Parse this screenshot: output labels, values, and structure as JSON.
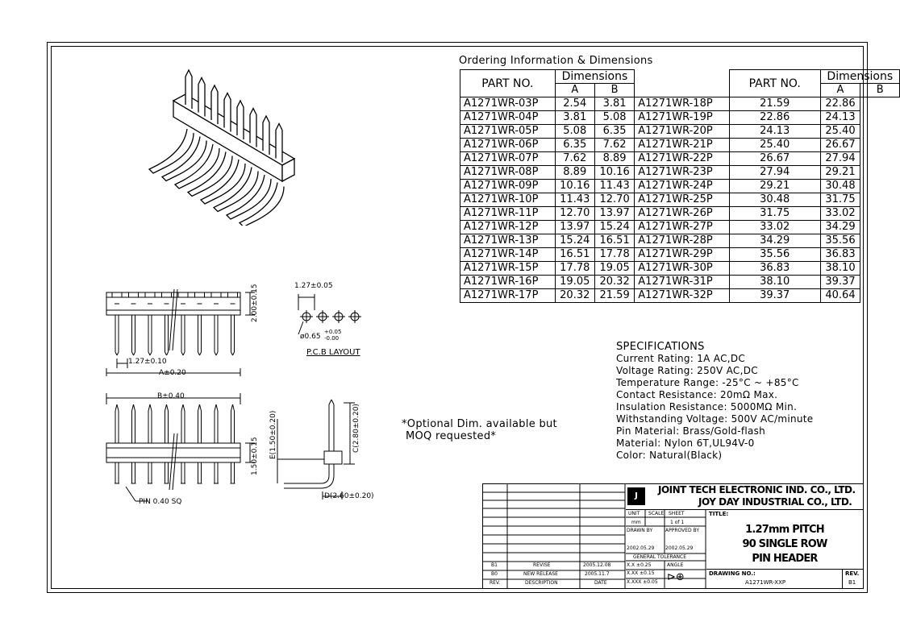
{
  "ordering_title": "Ordering Information & Dimensions",
  "table_headers": {
    "part_no": "PART NO.",
    "dimensions": "Dimensions",
    "a": "A",
    "b": "B"
  },
  "rows": [
    {
      "l_part": "A1271WR-03P",
      "l_a": "2.54",
      "l_b": "3.81",
      "r_part": "A1271WR-18P",
      "r_a": "21.59",
      "r_b": "22.86"
    },
    {
      "l_part": "A1271WR-04P",
      "l_a": "3.81",
      "l_b": "5.08",
      "r_part": "A1271WR-19P",
      "r_a": "22.86",
      "r_b": "24.13"
    },
    {
      "l_part": "A1271WR-05P",
      "l_a": "5.08",
      "l_b": "6.35",
      "r_part": "A1271WR-20P",
      "r_a": "24.13",
      "r_b": "25.40"
    },
    {
      "l_part": "A1271WR-06P",
      "l_a": "6.35",
      "l_b": "7.62",
      "r_part": "A1271WR-21P",
      "r_a": "25.40",
      "r_b": "26.67"
    },
    {
      "l_part": "A1271WR-07P",
      "l_a": "7.62",
      "l_b": "8.89",
      "r_part": "A1271WR-22P",
      "r_a": "26.67",
      "r_b": "27.94"
    },
    {
      "l_part": "A1271WR-08P",
      "l_a": "8.89",
      "l_b": "10.16",
      "r_part": "A1271WR-23P",
      "r_a": "27.94",
      "r_b": "29.21"
    },
    {
      "l_part": "A1271WR-09P",
      "l_a": "10.16",
      "l_b": "11.43",
      "r_part": "A1271WR-24P",
      "r_a": "29.21",
      "r_b": "30.48"
    },
    {
      "l_part": "A1271WR-10P",
      "l_a": "11.43",
      "l_b": "12.70",
      "r_part": "A1271WR-25P",
      "r_a": "30.48",
      "r_b": "31.75"
    },
    {
      "l_part": "A1271WR-11P",
      "l_a": "12.70",
      "l_b": "13.97",
      "r_part": "A1271WR-26P",
      "r_a": "31.75",
      "r_b": "33.02"
    },
    {
      "l_part": "A1271WR-12P",
      "l_a": "13.97",
      "l_b": "15.24",
      "r_part": "A1271WR-27P",
      "r_a": "33.02",
      "r_b": "34.29"
    },
    {
      "l_part": "A1271WR-13P",
      "l_a": "15.24",
      "l_b": "16.51",
      "r_part": "A1271WR-28P",
      "r_a": "34.29",
      "r_b": "35.56"
    },
    {
      "l_part": "A1271WR-14P",
      "l_a": "16.51",
      "l_b": "17.78",
      "r_part": "A1271WR-29P",
      "r_a": "35.56",
      "r_b": "36.83"
    },
    {
      "l_part": "A1271WR-15P",
      "l_a": "17.78",
      "l_b": "19.05",
      "r_part": "A1271WR-30P",
      "r_a": "36.83",
      "r_b": "38.10"
    },
    {
      "l_part": "A1271WR-16P",
      "l_a": "19.05",
      "l_b": "20.32",
      "r_part": "A1271WR-31P",
      "r_a": "38.10",
      "r_b": "39.37"
    },
    {
      "l_part": "A1271WR-17P",
      "l_a": "20.32",
      "l_b": "21.59",
      "r_part": "A1271WR-32P",
      "r_a": "39.37",
      "r_b": "40.64"
    }
  ],
  "specs": {
    "heading": "SPECIFICATIONS",
    "lines": [
      "Current Rating: 1A AC,DC",
      "Voltage Rating: 250V AC,DC",
      "Temperature Range: -25°C ~ +85°C",
      "Contact Resistance: 20mΩ Max.",
      "Insulation Resistance: 5000MΩ Min.",
      "Withstanding Voltage: 500V AC/minute",
      "Pin Material: Brass/Gold-flash",
      "Material: Nylon 6T,UL94V-0",
      "Color: Natural(Black)"
    ]
  },
  "optional_note": [
    "*Optional Dim. available but",
    "MOQ requested*"
  ],
  "dims": {
    "pitch": "1.27±0.05",
    "hole": "ø0.65",
    "hole_tol_plus": "+0.05",
    "hole_tol_minus": "-0.00",
    "pcb_layout": "P.C.B LAYOUT",
    "height_200": "2.00±0.15",
    "pitch_010": "1.27±0.10",
    "a_tol": "A±0.20",
    "b_tol": "B±0.40",
    "h_150": "1.50±0.15",
    "e_dim": "E(1.50±0.20)",
    "c_dim": "C(2.80±0.20)",
    "d_dim": "D(2.60±0.20)",
    "pin_sq": "PIN 0.40 SQ"
  },
  "title_block": {
    "company1": "JOINT TECH ELECTRONIC IND. CO., LTD.",
    "company2": "JOY DAY INDUSTRIAL CO., LTD.",
    "unit_label": "UNIT",
    "unit": "mm",
    "scale_label": "SCALE",
    "sheet_label": "SHEET",
    "sheet": "1 of 1",
    "title_label": "TITLE:",
    "title_lines": [
      "1.27mm PITCH",
      "90 SINGLE ROW",
      "PIN HEADER"
    ],
    "drawn_by": "DRAWN BY",
    "approved_by": "APPROVED BY",
    "date1": "2002.05.29",
    "date2": "2002.05.29",
    "general_tolerance": "GENERAL TOLERANCE",
    "angle": "ANGLE",
    "tol1": "X.X ±0.25",
    "tol2": "X.XX ±0.15",
    "tol3": "X.XXX ±0.05",
    "drawing_no_label": "DRAWING NO.:",
    "drawing_no": "A1271WR-XXP",
    "rev_label": "REV.",
    "rev": "B1",
    "rev_rows": [
      {
        "rev": "B1",
        "desc": "REVISE",
        "date": "2005.12.08"
      },
      {
        "rev": "B0",
        "desc": "NEW RELEASE",
        "date": "2005.11.7"
      }
    ],
    "rev_header": {
      "rev": "REV.",
      "desc": "DESCRIPTION",
      "date": "DATE"
    }
  }
}
